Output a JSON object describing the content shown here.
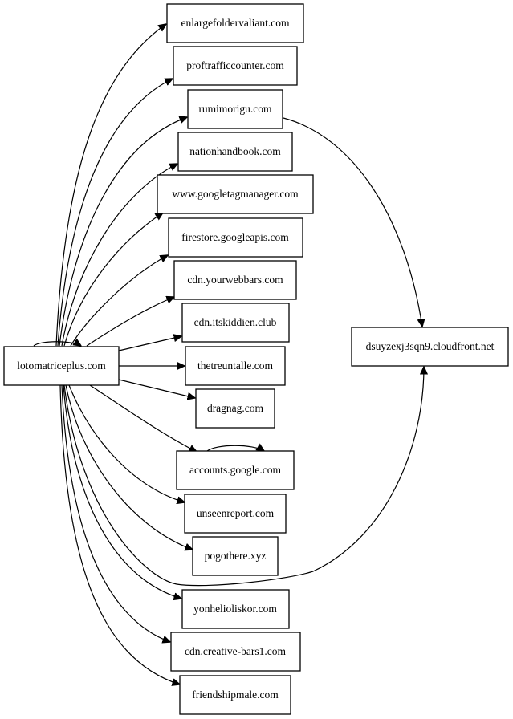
{
  "graph": {
    "source": "lotomatriceplus.com",
    "cdn": "dsuyzexj3sqn9.cloudfront.net",
    "targets": [
      "enlargefoldervaliant.com",
      "proftrafficcounter.com",
      "rumimorigu.com",
      "nationhandbook.com",
      "www.googletagmanager.com",
      "firestore.googleapis.com",
      "cdn.yourwebbars.com",
      "cdn.itskiddien.club",
      "thetreuntalle.com",
      "dragnag.com",
      "accounts.google.com",
      "unseenreport.com",
      "pogothere.xyz",
      "yonhelioliskor.com",
      "cdn.creative-bars1.com",
      "friendshipmale.com"
    ],
    "edges": [
      {
        "from": "lotomatriceplus.com",
        "to": "lotomatriceplus.com"
      },
      {
        "from": "lotomatriceplus.com",
        "to": "enlargefoldervaliant.com"
      },
      {
        "from": "lotomatriceplus.com",
        "to": "proftrafficcounter.com"
      },
      {
        "from": "lotomatriceplus.com",
        "to": "rumimorigu.com"
      },
      {
        "from": "lotomatriceplus.com",
        "to": "nationhandbook.com"
      },
      {
        "from": "lotomatriceplus.com",
        "to": "www.googletagmanager.com"
      },
      {
        "from": "lotomatriceplus.com",
        "to": "firestore.googleapis.com"
      },
      {
        "from": "lotomatriceplus.com",
        "to": "cdn.yourwebbars.com"
      },
      {
        "from": "lotomatriceplus.com",
        "to": "cdn.itskiddien.club"
      },
      {
        "from": "lotomatriceplus.com",
        "to": "thetreuntalle.com"
      },
      {
        "from": "lotomatriceplus.com",
        "to": "dragnag.com"
      },
      {
        "from": "lotomatriceplus.com",
        "to": "accounts.google.com"
      },
      {
        "from": "lotomatriceplus.com",
        "to": "unseenreport.com"
      },
      {
        "from": "lotomatriceplus.com",
        "to": "pogothere.xyz"
      },
      {
        "from": "lotomatriceplus.com",
        "to": "yonhelioliskor.com"
      },
      {
        "from": "lotomatriceplus.com",
        "to": "cdn.creative-bars1.com"
      },
      {
        "from": "lotomatriceplus.com",
        "to": "friendshipmale.com"
      },
      {
        "from": "lotomatriceplus.com",
        "to": "dsuyzexj3sqn9.cloudfront.net"
      },
      {
        "from": "rumimorigu.com",
        "to": "dsuyzexj3sqn9.cloudfront.net"
      },
      {
        "from": "accounts.google.com",
        "to": "accounts.google.com"
      }
    ]
  }
}
